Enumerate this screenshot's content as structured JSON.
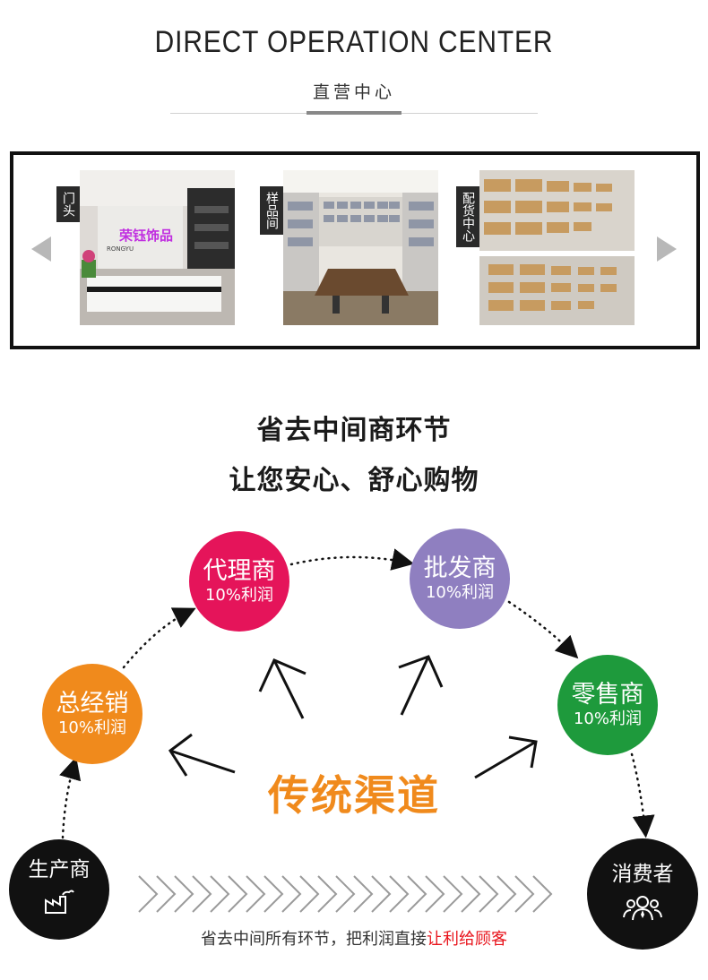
{
  "header": {
    "title": "DIRECT OPERATION CENTER",
    "subtitle": "直营中心"
  },
  "gallery": {
    "items": [
      {
        "tab": "门头",
        "sign": "荣钰饰品",
        "sign_small": "RONGYU"
      },
      {
        "tab": "样品间"
      },
      {
        "tab": "配货中心"
      }
    ]
  },
  "headline": {
    "line1": "省去中间商环节",
    "line2": "让您安心、舒心购物"
  },
  "channel": {
    "title": "传统渠道",
    "nodes": [
      {
        "name": "生产商",
        "pct": "",
        "color": "#111111"
      },
      {
        "name": "总经销",
        "pct": "10%利润",
        "color": "#f08a1c"
      },
      {
        "name": "代理商",
        "pct": "10%利润",
        "color": "#e5145a"
      },
      {
        "name": "批发商",
        "pct": "10%利润",
        "color": "#8f7fc0"
      },
      {
        "name": "零售商",
        "pct": "10%利润",
        "color": "#1e9a3c"
      },
      {
        "name": "消费者",
        "pct": "",
        "color": "#111111"
      }
    ],
    "note_prefix": "省去中间所有环节，把利润直接",
    "note_highlight": "让利给顾客"
  }
}
